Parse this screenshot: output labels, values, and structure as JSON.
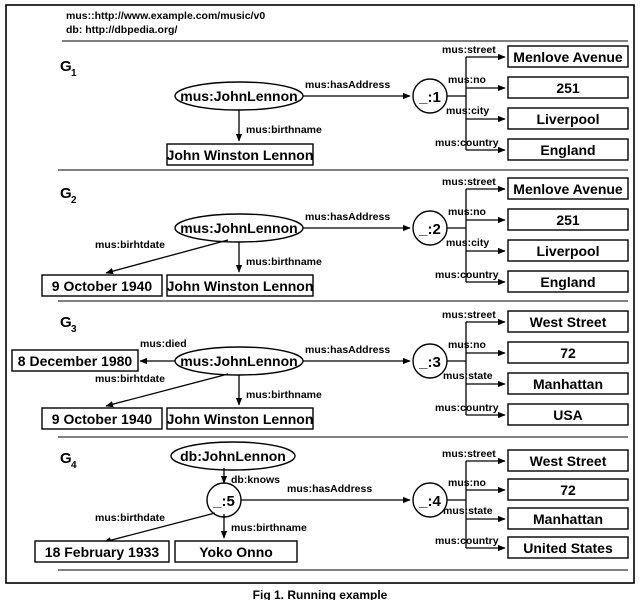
{
  "prefixes": {
    "line1": "mus::http://www.example.com/music/v0",
    "line2": "db: http://dbpedia.org/"
  },
  "caption": "Fig 1.  Running example",
  "graphs": [
    {
      "name": "G",
      "sub": "1",
      "subject": "mus:JohnLennon",
      "blank_node": "_:1",
      "has_address_label": "mus:hasAddress",
      "birthname_label": "mus:birthname",
      "birthname_value": "John Winston Lennon",
      "birthdate_label": null,
      "birthdate_value": null,
      "died_label": null,
      "died_value": null,
      "address": [
        {
          "predicate": "mus:street",
          "value": "Menlove Avenue"
        },
        {
          "predicate": "mus:no",
          "value": "251"
        },
        {
          "predicate": "mus:city",
          "value": "Liverpool"
        },
        {
          "predicate": "mus:country",
          "value": "England"
        }
      ]
    },
    {
      "name": "G",
      "sub": "2",
      "subject": "mus:JohnLennon",
      "blank_node": "_:2",
      "has_address_label": "mus:hasAddress",
      "birthname_label": "mus:birthname",
      "birthname_value": "John Winston Lennon",
      "birthdate_label": "mus:birhtdate",
      "birthdate_value": "9 October 1940",
      "died_label": null,
      "died_value": null,
      "address": [
        {
          "predicate": "mus:street",
          "value": "Menlove Avenue"
        },
        {
          "predicate": "mus:no",
          "value": "251"
        },
        {
          "predicate": "mus:city",
          "value": "Liverpool"
        },
        {
          "predicate": "mus:country",
          "value": "England"
        }
      ]
    },
    {
      "name": "G",
      "sub": "3",
      "subject": "mus:JohnLennon",
      "blank_node": "_:3",
      "has_address_label": "mus:hasAddress",
      "birthname_label": "mus:birthname",
      "birthname_value": "John Winston Lennon",
      "birthdate_label": "mus:birhtdate",
      "birthdate_value": "9 October 1940",
      "died_label": "mus:died",
      "died_value": "8 December 1980",
      "address": [
        {
          "predicate": "mus:street",
          "value": "West Street"
        },
        {
          "predicate": "mus:no",
          "value": "72"
        },
        {
          "predicate": "mus:state",
          "value": "Manhattan"
        },
        {
          "predicate": "mus:country",
          "value": "USA"
        }
      ]
    },
    {
      "name": "G",
      "sub": "4",
      "subject": "db:JohnLennon",
      "knows_label": "db:knows",
      "knows_node": "_:5",
      "blank_node": "_:4",
      "has_address_label": "mus:hasAddress",
      "birthname_label": "mus:birthname",
      "birthname_value": "Yoko Onno",
      "birthdate_label": "mus:birthdate",
      "birthdate_value": "18 February 1933",
      "died_label": null,
      "died_value": null,
      "address": [
        {
          "predicate": "mus:street",
          "value": "West Street"
        },
        {
          "predicate": "mus:no",
          "value": "72"
        },
        {
          "predicate": "mus:state",
          "value": "Manhattan"
        },
        {
          "predicate": "mus:country",
          "value": "United States"
        }
      ]
    }
  ]
}
